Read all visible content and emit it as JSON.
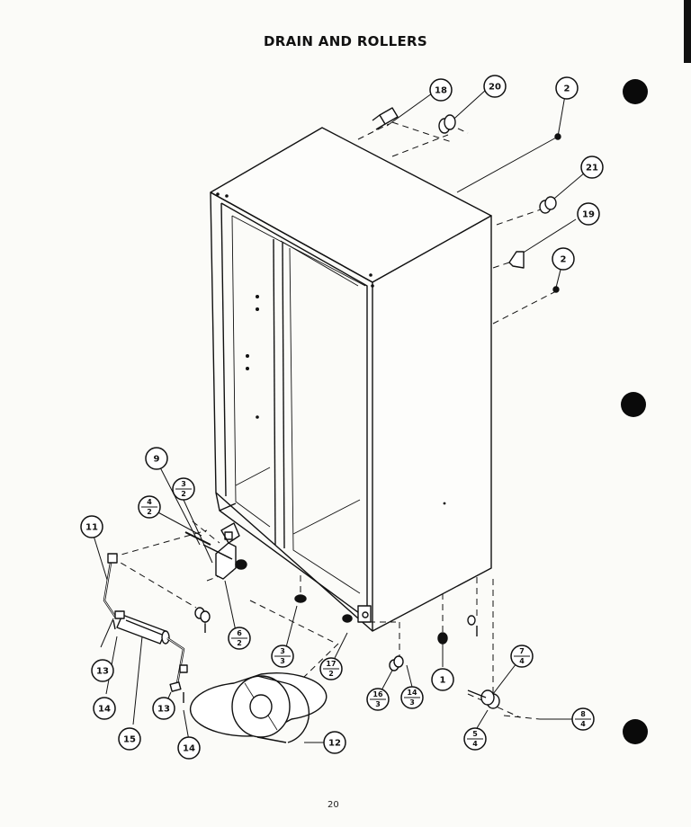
{
  "title": "DRAIN AND ROLLERS",
  "page_number": "20",
  "callouts": [
    {
      "id": "18"
    },
    {
      "id": "20"
    },
    {
      "id": "2"
    },
    {
      "id": "21"
    },
    {
      "id": "19"
    },
    {
      "id": "2"
    },
    {
      "id": "9"
    },
    {
      "id": "3/2"
    },
    {
      "id": "4/2"
    },
    {
      "id": "11"
    },
    {
      "id": "6/2"
    },
    {
      "id": "13"
    },
    {
      "id": "14"
    },
    {
      "id": "15"
    },
    {
      "id": "13"
    },
    {
      "id": "14"
    },
    {
      "id": "3/3"
    },
    {
      "id": "17/2"
    },
    {
      "id": "12"
    },
    {
      "id": "16/3"
    },
    {
      "id": "14/3"
    },
    {
      "id": "1"
    },
    {
      "id": "7/4"
    },
    {
      "id": "8/4"
    },
    {
      "id": "5/4"
    }
  ]
}
